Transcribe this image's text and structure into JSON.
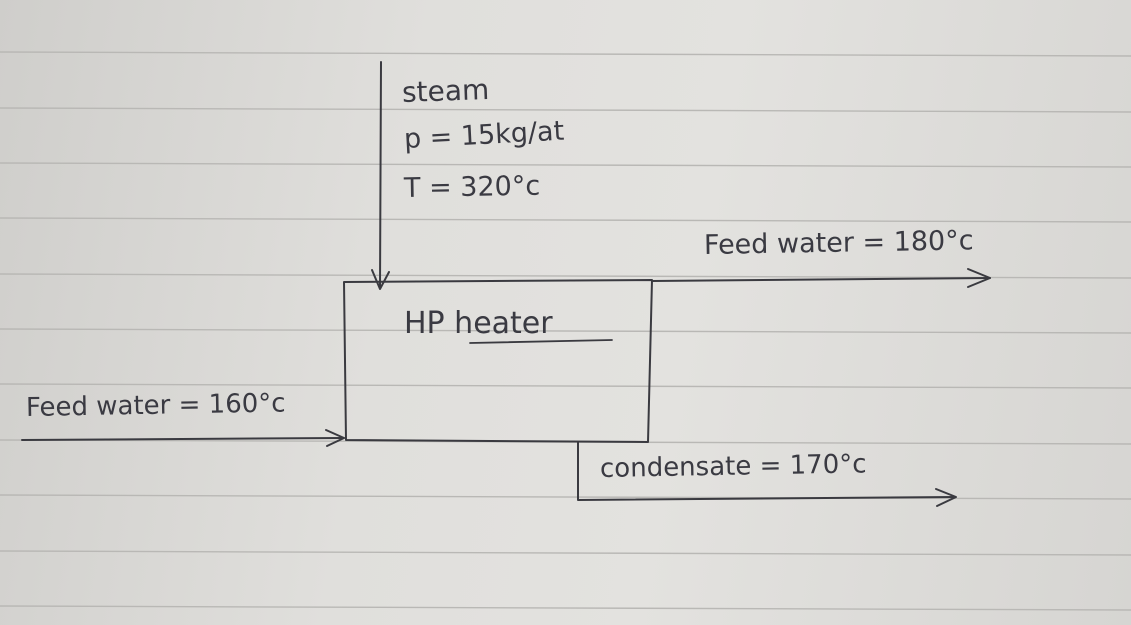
{
  "diagram": {
    "steam": {
      "name": "steam",
      "pressure": "p = 15kg/at",
      "temperature": "T = 320°c"
    },
    "heater": {
      "label": "HP heater"
    },
    "feed_water_in": {
      "label": "Feed water = 160°c"
    },
    "feed_water_out": {
      "label": "Feed water = 180°c"
    },
    "condensate": {
      "label": "condensate = 170°c"
    }
  },
  "colors": {
    "ink": "#3a3a40",
    "paper": "#e2e1de",
    "rule": "#b9b8b5"
  }
}
